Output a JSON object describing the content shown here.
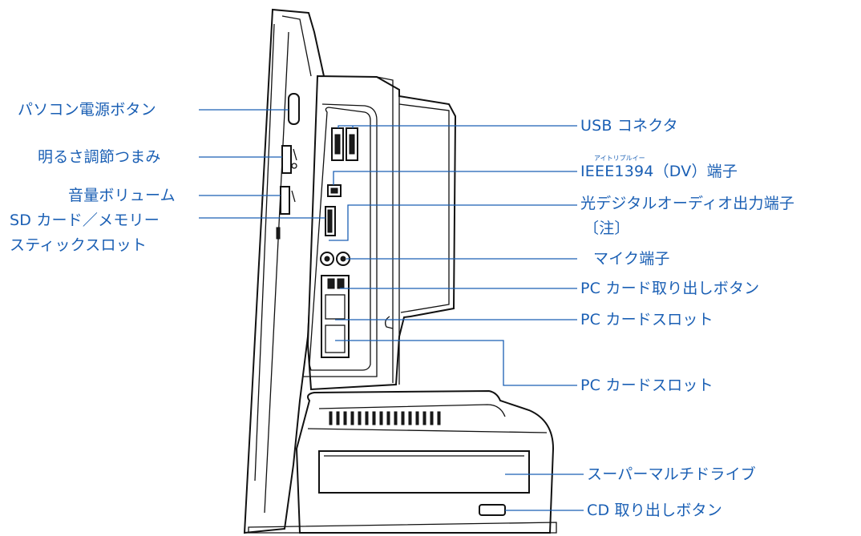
{
  "colors": {
    "label": "#1a5fb4",
    "line": "#111111"
  },
  "labels": {
    "power_button": "パソコン電源ボタン",
    "brightness_knob": "明るさ調節つまみ",
    "volume": "音量ボリューム",
    "sd_slot_1": "SD カード／メモリー",
    "sd_slot_2": "スティックスロット",
    "usb": "USB コネクタ",
    "ieee_ruby": "アイトリプルイー",
    "ieee": "IEEE1394（DV）端子",
    "optical_audio": "光デジタルオーディオ出力端子",
    "note": "〔注〕",
    "mic": "マイク端子",
    "pc_card_eject": "PC カード取り出しボタン",
    "pc_card_slot_upper": "PC カードスロット",
    "pc_card_slot_lower": "PC カードスロット",
    "super_multi_drive": "スーパーマルチドライブ",
    "cd_eject": "CD 取り出しボタン"
  }
}
